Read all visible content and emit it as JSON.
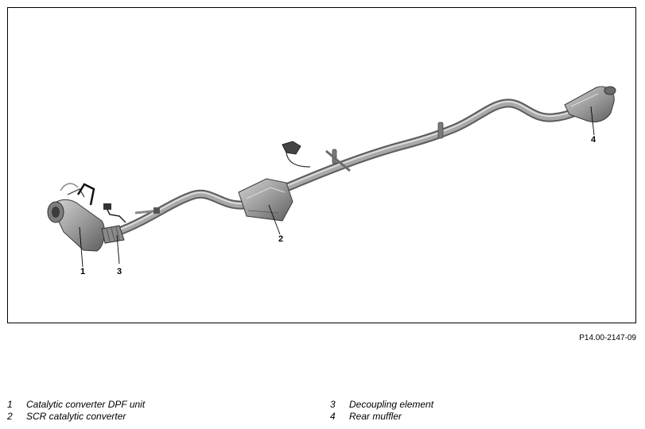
{
  "figure": {
    "reference": "P14.00-2147-09",
    "callouts": [
      "1",
      "2",
      "3",
      "4"
    ]
  },
  "legend": {
    "left": [
      {
        "num": "1",
        "label": "Catalytic converter DPF unit"
      },
      {
        "num": "2",
        "label": "SCR catalytic converter"
      }
    ],
    "right": [
      {
        "num": "3",
        "label": "Decoupling element"
      },
      {
        "num": "4",
        "label": "Rear muffler"
      }
    ]
  }
}
